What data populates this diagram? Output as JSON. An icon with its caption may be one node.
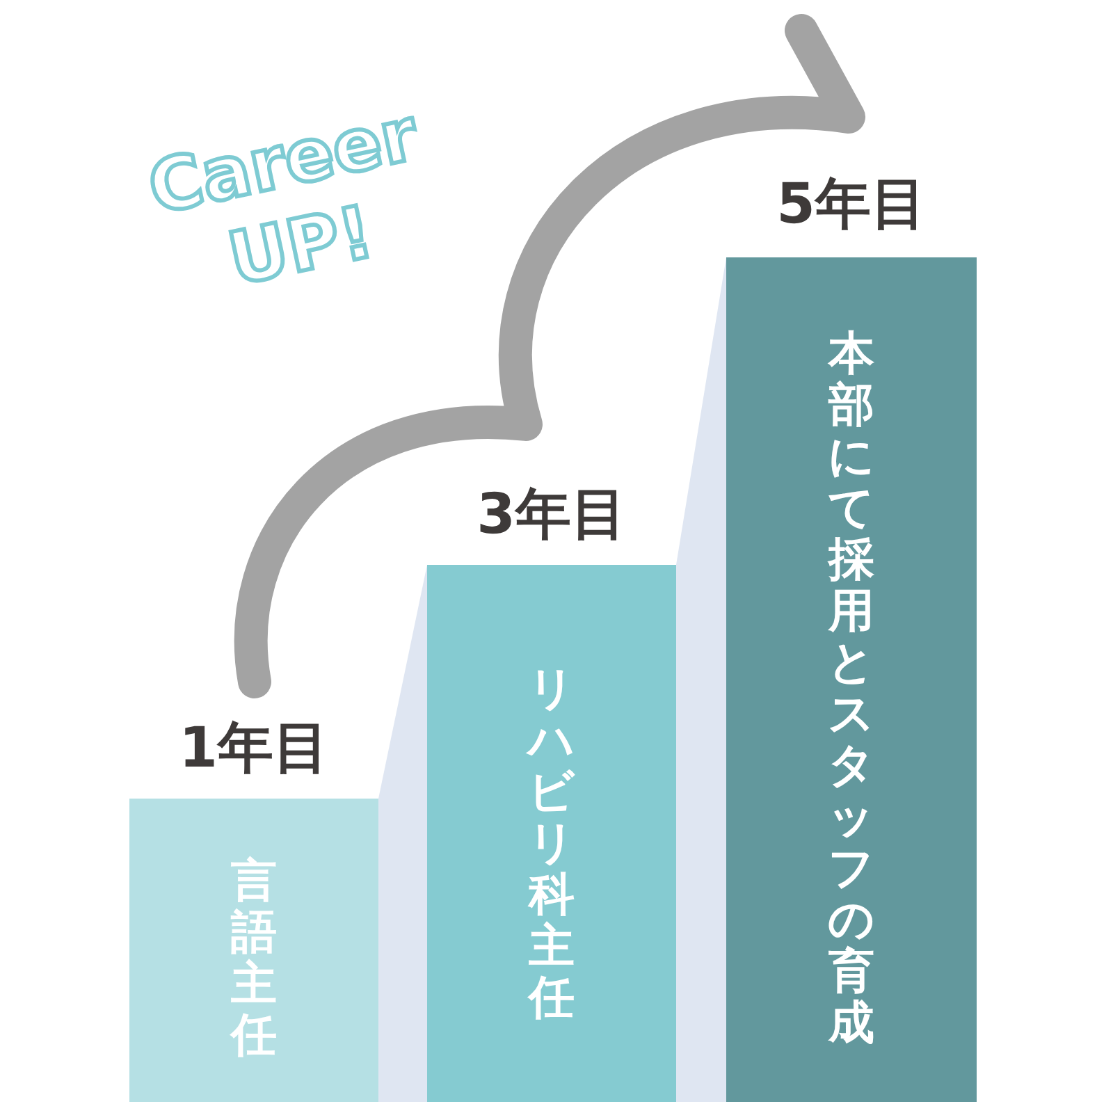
{
  "diagram": {
    "nodes": [
      {
        "text": [
          "1年目",
          "言語主任"
        ]
      },
      {
        "text": [
          "3年目",
          "リハビリ科主任"
        ]
      },
      {
        "text": [
          "5年目",
          "本部にて採用とスタッフの育成"
        ]
      }
    ],
    "labels": [
      "Career UP!"
    ]
  }
}
